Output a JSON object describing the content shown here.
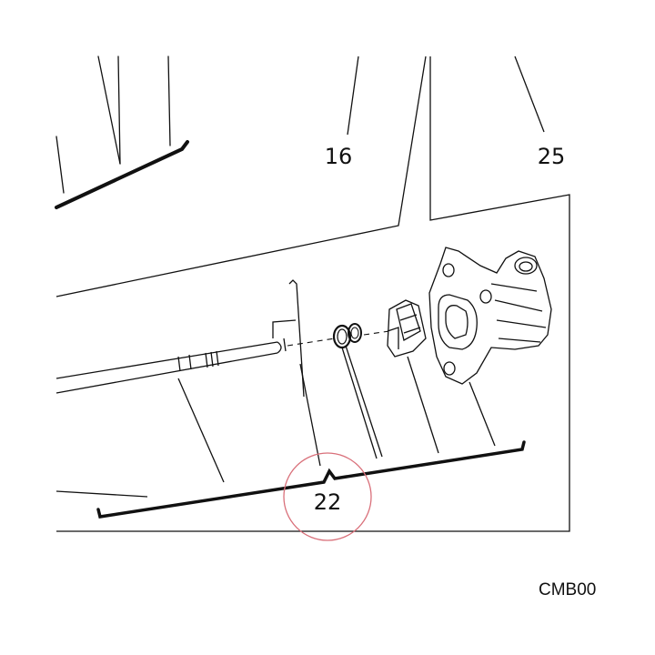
{
  "diagram": {
    "callouts": {
      "part_16": "16",
      "part_25": "25",
      "part_22": "22"
    },
    "reference_code": "CMB00",
    "colors": {
      "line": "#111111",
      "highlight_circle": "#d9707a",
      "background": "#ffffff"
    }
  }
}
